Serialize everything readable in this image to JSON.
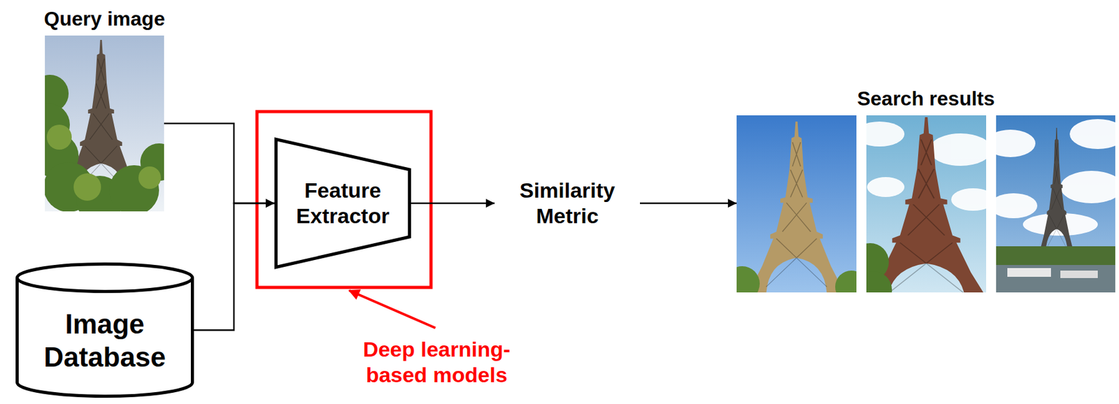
{
  "diagram": {
    "nodes": [
      {
        "text": [
          "Query image"
        ]
      },
      {
        "text": [
          "Image Database"
        ]
      },
      {
        "text": [
          "Feature Extractor"
        ]
      },
      {
        "text": [
          "Similarity Metric"
        ]
      },
      {
        "text": [
          "Search results"
        ]
      }
    ],
    "edges": [
      {
        "from": 0,
        "to": 2,
        "arrow": "to"
      },
      {
        "from": 1,
        "to": 2,
        "arrow": "to"
      },
      {
        "from": 2,
        "to": 3,
        "arrow": "to"
      },
      {
        "from": 3,
        "to": 4,
        "arrow": "to"
      }
    ],
    "labels": [
      "Deep learning-based models"
    ]
  }
}
